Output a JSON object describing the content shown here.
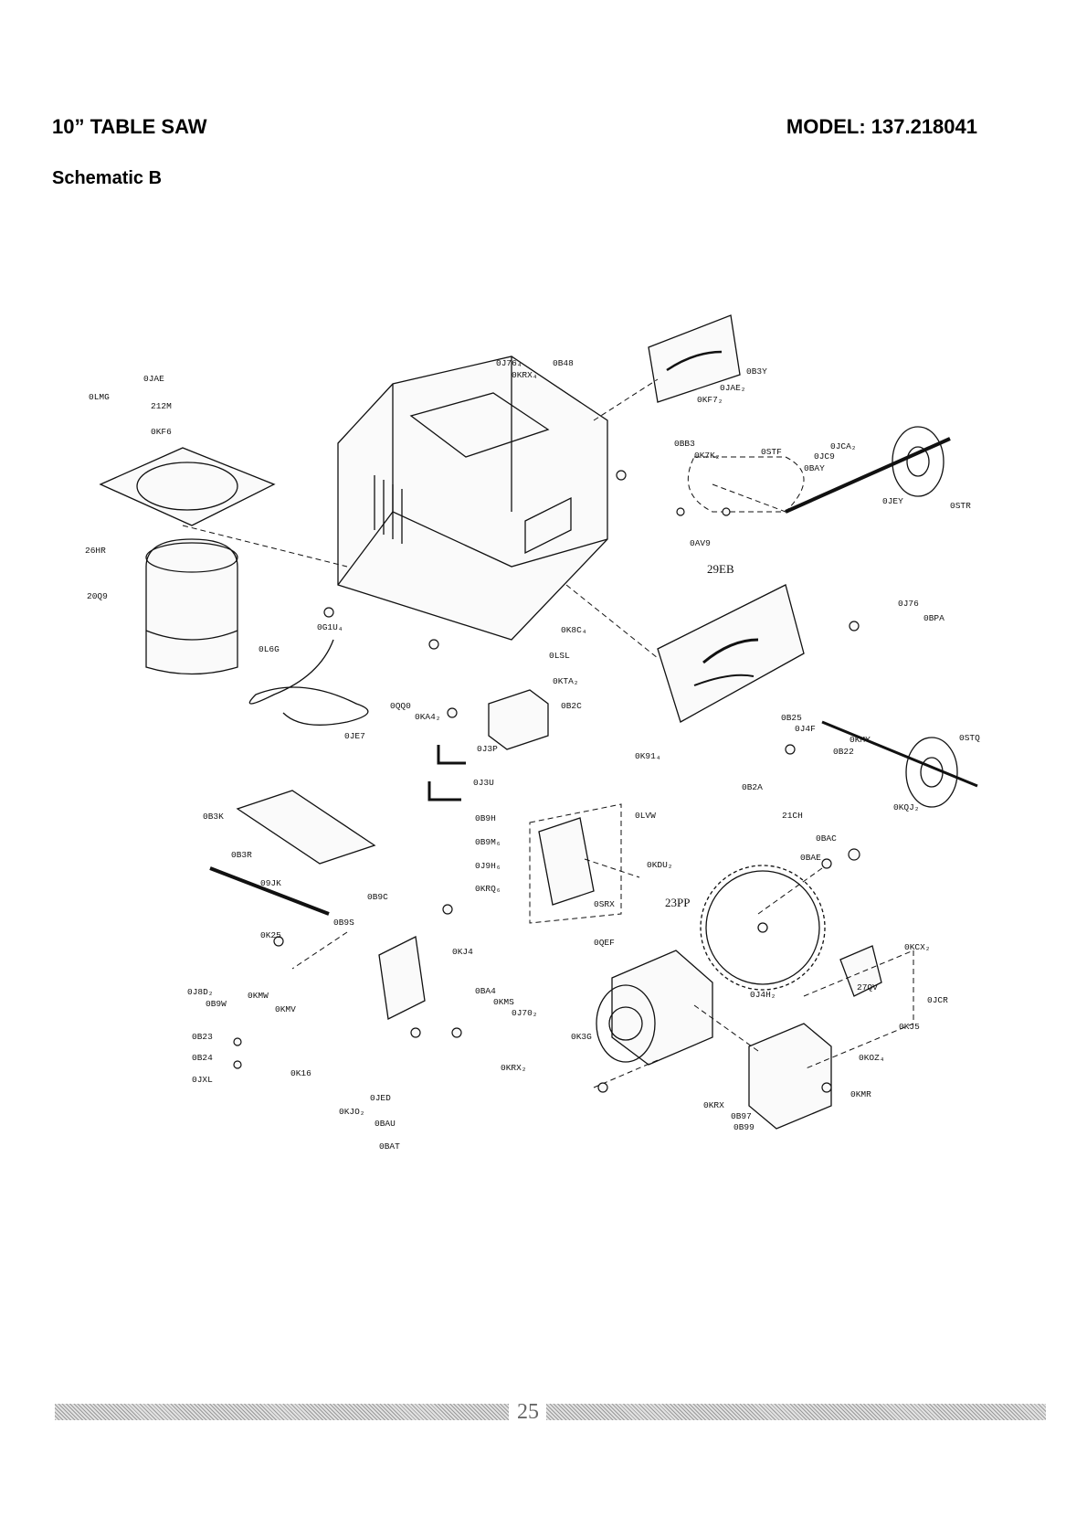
{
  "header": {
    "title": "10” TABLE SAW",
    "model": "MODEL: 137.218041",
    "subtitle": "Schematic B"
  },
  "parts": [
    "0LMG",
    "0JAE",
    "212M",
    "0KF6",
    "26HR",
    "20Q9",
    "0J76₄",
    "0KRX₄",
    "0B48",
    "0B3Y",
    "0JAE₂",
    "0KF7₂",
    "0BB3",
    "0K7K₂",
    "0STF",
    "0JCA₂",
    "0JC9",
    "0BAY",
    "0JEY",
    "0STR",
    "0AV9",
    "29EB",
    "0J76",
    "0BPA",
    "0G1U₄",
    "0L6G",
    "0K8C₄",
    "0LSL",
    "0KTA₂",
    "0B2C",
    "0QQ0",
    "0KA4₂",
    "0J3P",
    "0B25",
    "0J4F",
    "0KMY",
    "0B22",
    "0STQ",
    "0K91₄",
    "0B2A",
    "0LVW",
    "21CH",
    "0KQJ₂",
    "0JE7",
    "0J3U",
    "0B3K",
    "0B9H",
    "0B9M₆",
    "0J9H₆",
    "0KRQ₆",
    "0B3R",
    "09JK",
    "0KDU₂",
    "0SRX",
    "0BAC",
    "0BAE",
    "23PP",
    "0B9C",
    "0B9S",
    "0K25",
    "0KJ4",
    "0QEF",
    "0KCX₂",
    "27QV",
    "0JCR",
    "0J8D₂",
    "0B9W",
    "0KMW",
    "0KMV",
    "0BA4",
    "0KMS",
    "0J70₂",
    "0J4H₂",
    "0KJ5",
    "0K3G",
    "0B23",
    "0B24",
    "0JXL",
    "0K16",
    "0KRX₂",
    "0KOZ₄",
    "0JED",
    "0KJO₂",
    "0BAU",
    "0BAT",
    "0KRX",
    "0B97",
    "0B99",
    "0KMR"
  ],
  "footer": {
    "page_number": "25"
  }
}
